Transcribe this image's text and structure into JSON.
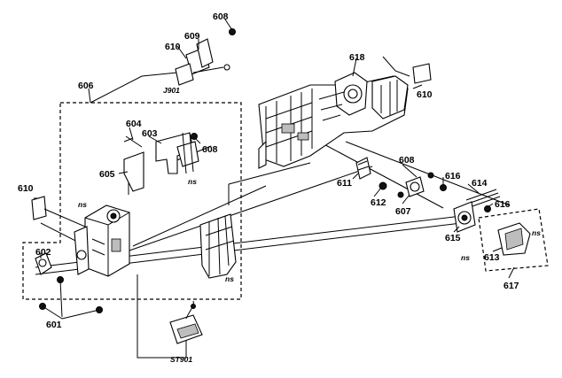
{
  "labels": {
    "l601": "601",
    "l602": "602",
    "l603": "603",
    "l604": "604",
    "l605": "605",
    "l606": "606",
    "l607": "607",
    "l608a": "608",
    "l608b": "608",
    "l608c": "608",
    "l609": "609",
    "l610a": "610",
    "l610b": "610",
    "l610c": "610",
    "l611": "611",
    "l612": "612",
    "l613": "613",
    "l614": "614",
    "l615": "615",
    "l616a": "616",
    "l616b": "616",
    "l617": "617",
    "l618": "618",
    "j901": "J901",
    "st901": "ST901",
    "ns1": "ns",
    "ns2": "ns",
    "ns3": "ns",
    "ns4": "ns",
    "ns5": "ns"
  }
}
